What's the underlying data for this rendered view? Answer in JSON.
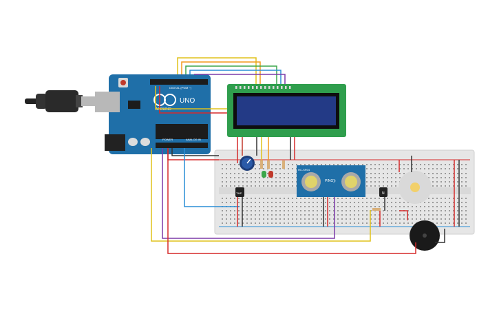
{
  "arduino": {
    "brand": "ARDUINO",
    "model": "UNO",
    "header_digital": "DIGITAL (PWM ~)",
    "header_power": "POWER",
    "header_analog": "ANALOG IN",
    "board_color": "#1f6fa8"
  },
  "lcd": {
    "bezel_color": "#2f9e4d",
    "screen_color": "#233a86"
  },
  "ultrasonic": {
    "label_top": "HC-SR04",
    "label_ping": "PING))"
  },
  "temp_sensor": {
    "label": "TMP"
  },
  "transistor": {
    "label": "N"
  },
  "colors": {
    "wire_red": "#d52a2a",
    "wire_black": "#333333",
    "wire_yellow": "#e0c21a",
    "wire_orange": "#f29a1c",
    "wire_green": "#3aa64a",
    "wire_blue": "#2a8ed6",
    "wire_purple": "#7c3aa8",
    "breadboard": "#e6e6e6"
  }
}
